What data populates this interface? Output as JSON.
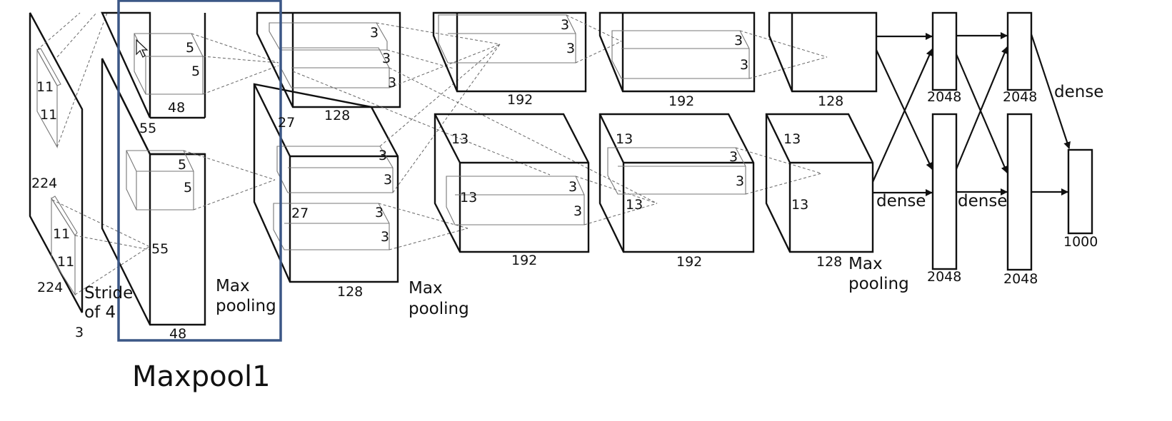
{
  "caption": "Maxpool1",
  "highlight_color": "#3b5786",
  "labels": {
    "input_224_a": "224",
    "input_224_b": "224",
    "input_3": "3",
    "input_k11_a": "11",
    "input_k11_b": "11",
    "input_k11_c": "11",
    "input_k11_d": "11",
    "stride_1": "Stride",
    "stride_2": "of 4",
    "c1_55_a": "55",
    "c1_55_b": "55",
    "c1_5_a": "5",
    "c1_5_b": "5",
    "c1_5_c": "5",
    "c1_5_d": "5",
    "c1_48_top": "48",
    "c1_48_bottom": "48",
    "mp1_1": "Max",
    "mp1_2": "pooling",
    "c2_27_a": "27",
    "c2_27_b": "27",
    "c2_3_a": "3",
    "c2_3_b": "3",
    "c2_3_c": "3",
    "c2_3_d": "3",
    "c2_3_e": "3",
    "c2_3_f": "3",
    "c2_3_g": "3",
    "c2_128_top": "128",
    "c2_128_bottom": "128",
    "mp2_1": "Max",
    "mp2_2": "pooling",
    "c3_13_a": "13",
    "c3_13_b": "13",
    "c3_3_a": "3",
    "c3_3_b": "3",
    "c3_3_c": "3",
    "c3_3_d": "3",
    "c3_192_top": "192",
    "c3_192_bottom": "192",
    "c4_13_a": "13",
    "c4_13_b": "13",
    "c4_3_a": "3",
    "c4_3_b": "3",
    "c4_3_c": "3",
    "c4_3_d": "3",
    "c4_192_top": "192",
    "c4_192_bottom": "192",
    "c5_13_a": "13",
    "c5_13_b": "13",
    "c5_128_top": "128",
    "c5_128_bottom": "128",
    "mp3_1": "Max",
    "mp3_2": "pooling",
    "dense_a": "dense",
    "dense_b": "dense",
    "dense_c": "dense",
    "fc1_top": "2048",
    "fc1_bottom": "2048",
    "fc2_top": "2048",
    "fc2_bottom": "2048",
    "out_1000": "1000"
  }
}
